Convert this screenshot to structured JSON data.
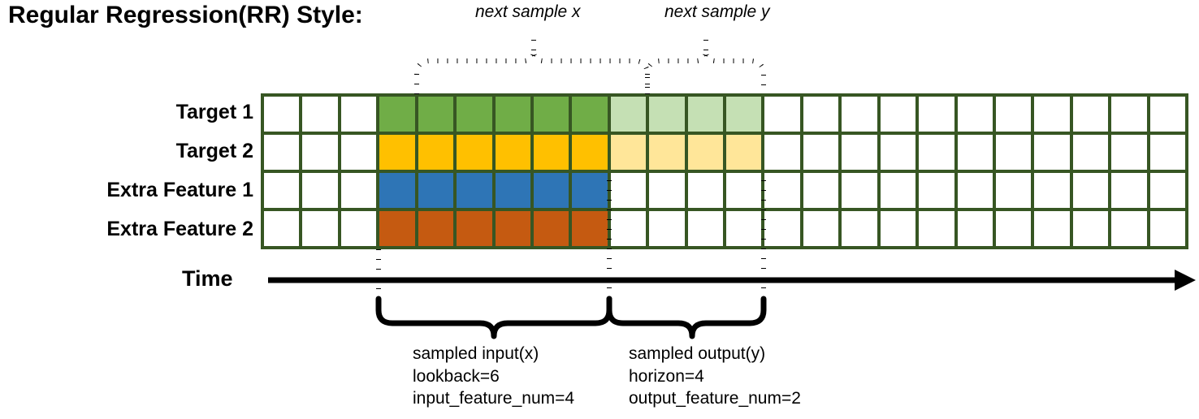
{
  "title": "Regular Regression(RR) Style:",
  "row_labels": [
    {
      "text": "Target 1"
    },
    {
      "text": "Target 2"
    },
    {
      "text": "Extra Feature 1"
    },
    {
      "text": "Extra Feature 2"
    }
  ],
  "axis": {
    "label": "Time",
    "direction": "right"
  },
  "top_annotations": [
    {
      "text": "next sample x"
    },
    {
      "text": "next sample y"
    }
  ],
  "bottom_annotations": [
    {
      "line1": "sampled input(x)",
      "line2": "lookback=6",
      "line3": "input_feature_num=4"
    },
    {
      "line1": "sampled output(y)",
      "line2": "horizon=4",
      "line3": "output_feature_num=2"
    }
  ],
  "colors": {
    "grid_border": "#375623",
    "cell_empty": "#ffffff",
    "target1_input": "#70AD47",
    "target1_output": "#C5E0B4",
    "target2_input": "#FFC000",
    "target2_output": "#FFE699",
    "extra1_input": "#2E75B6",
    "extra2_input": "#C55A11",
    "stroke": "#000000"
  },
  "grid": {
    "columns": 24,
    "rows": 4,
    "lead_blank_columns": 3,
    "input_columns": 6,
    "output_columns": 4,
    "row_fills": [
      [
        "#ffffff",
        "#ffffff",
        "#ffffff",
        "#70AD47",
        "#70AD47",
        "#70AD47",
        "#70AD47",
        "#70AD47",
        "#70AD47",
        "#C5E0B4",
        "#C5E0B4",
        "#C5E0B4",
        "#C5E0B4",
        "#ffffff",
        "#ffffff",
        "#ffffff",
        "#ffffff",
        "#ffffff",
        "#ffffff",
        "#ffffff",
        "#ffffff",
        "#ffffff",
        "#ffffff",
        "#ffffff"
      ],
      [
        "#ffffff",
        "#ffffff",
        "#ffffff",
        "#FFC000",
        "#FFC000",
        "#FFC000",
        "#FFC000",
        "#FFC000",
        "#FFC000",
        "#FFE699",
        "#FFE699",
        "#FFE699",
        "#FFE699",
        "#ffffff",
        "#ffffff",
        "#ffffff",
        "#ffffff",
        "#ffffff",
        "#ffffff",
        "#ffffff",
        "#ffffff",
        "#ffffff",
        "#ffffff",
        "#ffffff"
      ],
      [
        "#ffffff",
        "#ffffff",
        "#ffffff",
        "#2E75B6",
        "#2E75B6",
        "#2E75B6",
        "#2E75B6",
        "#2E75B6",
        "#2E75B6",
        "#ffffff",
        "#ffffff",
        "#ffffff",
        "#ffffff",
        "#ffffff",
        "#ffffff",
        "#ffffff",
        "#ffffff",
        "#ffffff",
        "#ffffff",
        "#ffffff",
        "#ffffff",
        "#ffffff",
        "#ffffff",
        "#ffffff"
      ],
      [
        "#ffffff",
        "#ffffff",
        "#ffffff",
        "#C55A11",
        "#C55A11",
        "#C55A11",
        "#C55A11",
        "#C55A11",
        "#C55A11",
        "#ffffff",
        "#ffffff",
        "#ffffff",
        "#ffffff",
        "#ffffff",
        "#ffffff",
        "#ffffff",
        "#ffffff",
        "#ffffff",
        "#ffffff",
        "#ffffff",
        "#ffffff",
        "#ffffff",
        "#ffffff",
        "#ffffff"
      ]
    ]
  }
}
